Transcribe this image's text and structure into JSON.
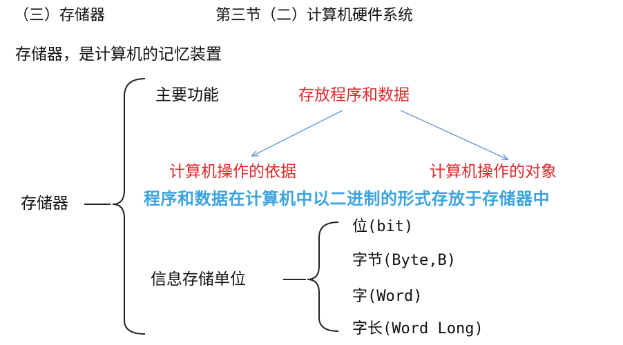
{
  "header": {
    "left": "（三）存储器",
    "right": "第三节（二）计算机硬件系统"
  },
  "definition": "存储器，是计算机的记忆装置",
  "main_term": "存储器",
  "function": {
    "label": "主要功能",
    "value": "存放程序和数据",
    "left_branch": "计算机操作的依据",
    "right_branch": "计算机操作的对象"
  },
  "statement": "程序和数据在计算机中以二进制的形式存放于存储器中",
  "units": {
    "label": "信息存储单位",
    "items": [
      "位(bit)",
      "字节(Byte,B)",
      "字(Word)",
      "字长(Word Long)"
    ]
  },
  "colors": {
    "red_text": "#e0292b",
    "blue_text": "#3ba3e0",
    "arrow": "#6a98d8"
  }
}
